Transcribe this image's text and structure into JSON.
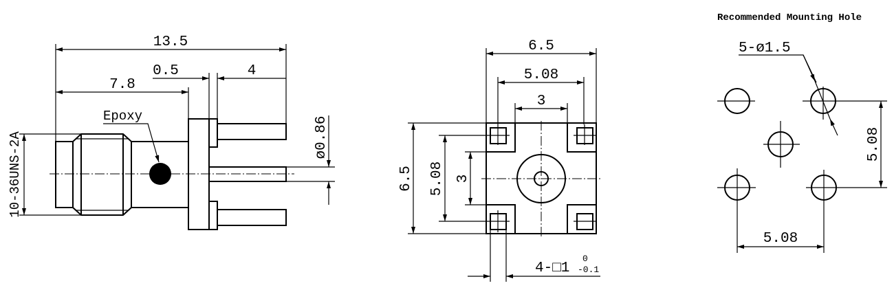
{
  "side_view": {
    "overall_length": "13.5",
    "flange_thickness": "0.5",
    "pin_length": "4",
    "body_length": "7.8",
    "epoxy_label": "Epoxy",
    "thread_spec": "10-36UNS-2A",
    "pin_diameter": "ø0.86"
  },
  "bottom_view": {
    "width_top": "6.5",
    "pin_spacing_top": "5.08",
    "gap_top": "3",
    "height_left": "6.5",
    "pin_spacing_left": "5.08",
    "gap_left": "3",
    "pad_spec": "4-□1",
    "tol_upper": "0",
    "tol_lower": "-0.1"
  },
  "mounting_hole": {
    "title": "Recommended Mounting Hole",
    "hole_spec": "5-ø1.5",
    "spacing_vertical": "5.08",
    "spacing_horizontal": "5.08"
  }
}
